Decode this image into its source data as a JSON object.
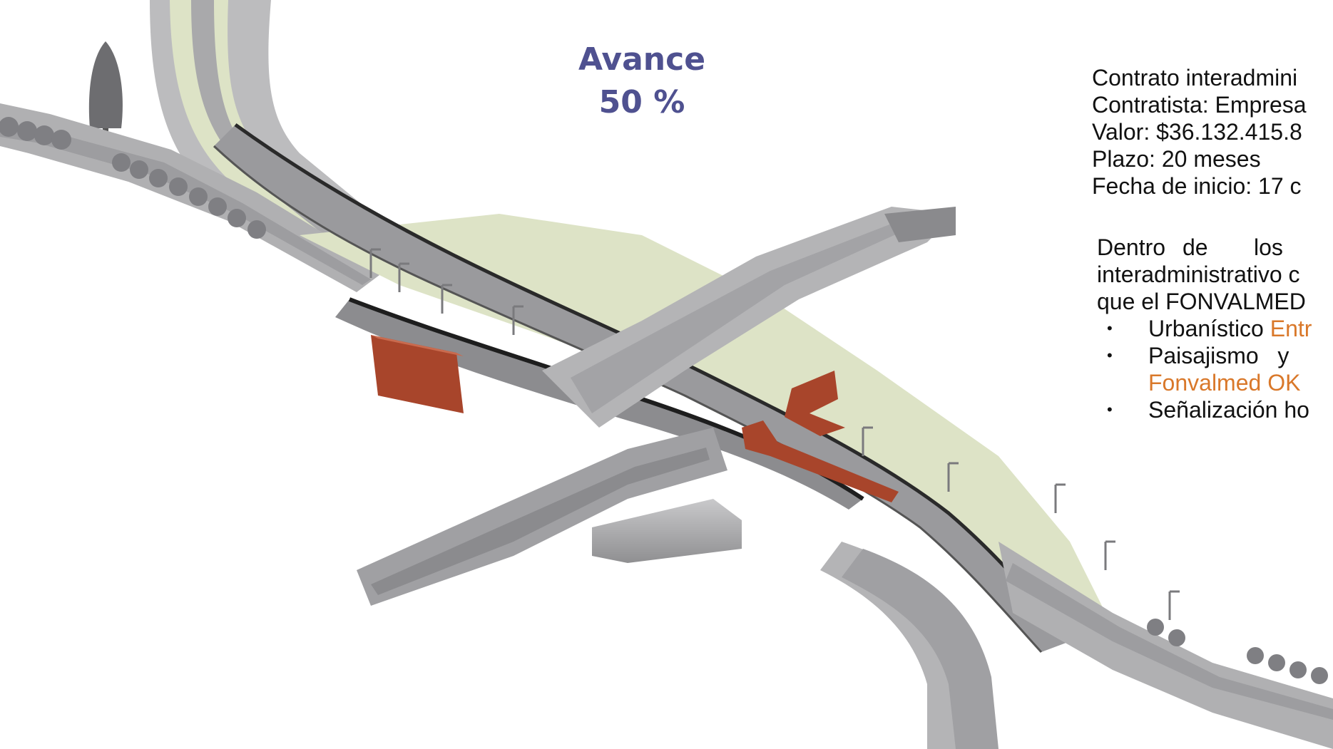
{
  "progress": {
    "label": "Avance",
    "value": "50 %",
    "color": "#4f5190"
  },
  "contract": {
    "lines": [
      "Contrato interadmini",
      "Contratista: Empresa",
      "Valor: $36.132.415.8",
      "Plazo: 20 meses",
      "Fecha de inicio: 17 c"
    ]
  },
  "components": {
    "intro": {
      "line1_words": [
        "Dentro",
        "de",
        "los"
      ],
      "line2": "interadministrativo c",
      "line3": "que el FONVALMED"
    },
    "bullet_glyph": "•",
    "items": [
      {
        "label": "Urbanístico",
        "status": "Entr",
        "status_line2": ""
      },
      {
        "label": "Paisajismo   y",
        "status": "",
        "status_line2": "Fonvalmed OK"
      },
      {
        "label": "Señalización ho",
        "status": "",
        "status_line2": ""
      }
    ],
    "status_color": "#d9782a"
  },
  "render": {
    "road_color": "#a9a9ab",
    "green_color": "#dde3c6",
    "building_color": "#a8452b",
    "edge_color": "#2a2a2a"
  }
}
